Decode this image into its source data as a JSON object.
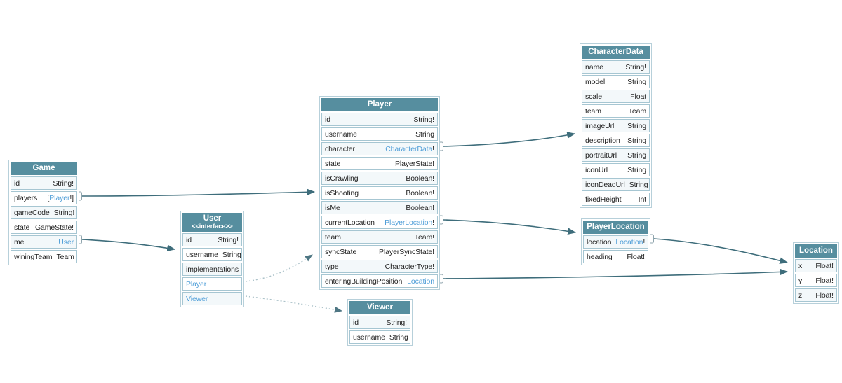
{
  "diagram": {
    "colors": {
      "header_bg": "#568e9f",
      "header_text": "#ffffff",
      "row_border": "#a6c6d2",
      "row_tint": "#f3f8fa",
      "link_blue": "#4f9ed8",
      "edge_solid": "#3e6d7b",
      "edge_dotted": "#adc3ca"
    },
    "tables": [
      {
        "id": "game",
        "title": "Game",
        "rows": [
          {
            "name": "id",
            "type": "String!"
          },
          {
            "name": "players",
            "pre": "[",
            "link": "Player",
            "post": "!]"
          },
          {
            "name": "gameCode",
            "type": "String!"
          },
          {
            "name": "state",
            "type": "GameState!"
          },
          {
            "name": "me",
            "link": "User",
            "post": ""
          },
          {
            "name": "winingTeam",
            "type": "Team"
          }
        ]
      },
      {
        "id": "user",
        "title": "User",
        "stereotype": "<<interface>>",
        "rows": [
          {
            "name": "id",
            "type": "String!"
          },
          {
            "name": "username",
            "type": "String"
          },
          {
            "kind": "label",
            "text": "implementations"
          },
          {
            "kind": "impl",
            "text": "Player"
          },
          {
            "kind": "impl",
            "text": "Viewer"
          }
        ]
      },
      {
        "id": "player",
        "title": "Player",
        "rows": [
          {
            "name": "id",
            "type": "String!"
          },
          {
            "name": "username",
            "type": "String"
          },
          {
            "name": "character",
            "link": "CharacterData",
            "post": "!"
          },
          {
            "name": "state",
            "type": "PlayerState!"
          },
          {
            "name": "isCrawling",
            "type": "Boolean!"
          },
          {
            "name": "isShooting",
            "type": "Boolean!"
          },
          {
            "name": "isMe",
            "type": "Boolean!"
          },
          {
            "name": "currentLocation",
            "link": "PlayerLocation",
            "post": "!"
          },
          {
            "name": "team",
            "type": "Team!"
          },
          {
            "name": "syncState",
            "type": "PlayerSyncState!"
          },
          {
            "name": "type",
            "type": "CharacterType!"
          },
          {
            "name": "enteringBuildingPosition",
            "link": "Location",
            "post": ""
          }
        ]
      },
      {
        "id": "viewer",
        "title": "Viewer",
        "rows": [
          {
            "name": "id",
            "type": "String!"
          },
          {
            "name": "username",
            "type": "String"
          }
        ]
      },
      {
        "id": "characterdata",
        "title": "CharacterData",
        "rows": [
          {
            "name": "name",
            "type": "String!"
          },
          {
            "name": "model",
            "type": "String"
          },
          {
            "name": "scale",
            "type": "Float"
          },
          {
            "name": "team",
            "type": "Team"
          },
          {
            "name": "imageUrl",
            "type": "String"
          },
          {
            "name": "description",
            "type": "String"
          },
          {
            "name": "portraitUrl",
            "type": "String"
          },
          {
            "name": "iconUrl",
            "type": "String"
          },
          {
            "name": "iconDeadUrl",
            "type": "String"
          },
          {
            "name": "fixedHeight",
            "type": "Int"
          }
        ]
      },
      {
        "id": "playerlocation",
        "title": "PlayerLocation",
        "rows": [
          {
            "name": "location",
            "link": "Location",
            "post": "!"
          },
          {
            "name": "heading",
            "type": "Float!"
          }
        ]
      },
      {
        "id": "location",
        "title": "Location",
        "rows": [
          {
            "name": "x",
            "type": "Float!"
          },
          {
            "name": "y",
            "type": "Float!"
          },
          {
            "name": "z",
            "type": "Float!"
          }
        ]
      }
    ],
    "edges": [
      {
        "from": "Game.players",
        "to": "Player",
        "style": "solid"
      },
      {
        "from": "Game.me",
        "to": "User",
        "style": "solid"
      },
      {
        "from": "Player.character",
        "to": "CharacterData",
        "style": "solid"
      },
      {
        "from": "Player.currentLocation",
        "to": "PlayerLocation",
        "style": "solid"
      },
      {
        "from": "Player.enteringBuildingPosition",
        "to": "Location",
        "style": "solid"
      },
      {
        "from": "PlayerLocation.location",
        "to": "Location",
        "style": "solid"
      },
      {
        "from": "User.Player",
        "to": "Player",
        "style": "dotted"
      },
      {
        "from": "User.Viewer",
        "to": "Viewer",
        "style": "dotted"
      }
    ]
  }
}
